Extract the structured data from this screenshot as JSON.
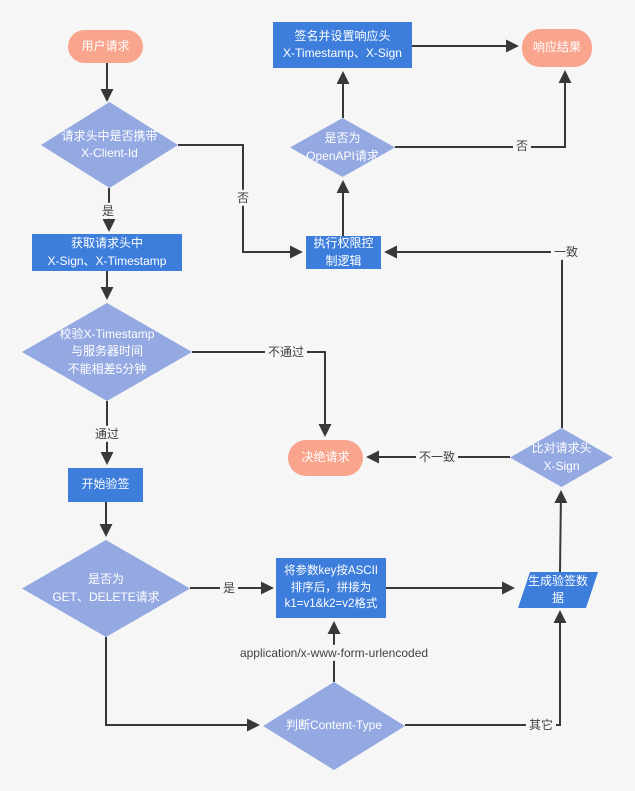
{
  "colors": {
    "background": "#f6f6f6",
    "terminal_fill": "#F9A48C",
    "process_fill": "#3D7DDB",
    "decision_fill": "#94A9E2",
    "edge_stroke": "#383838",
    "edge_label_text": "#414141",
    "node_text": "#ffffff"
  },
  "nodes": {
    "user_request": {
      "type": "terminal",
      "label": "用户请求"
    },
    "client_id_check": {
      "type": "decision",
      "label": "请求头中是否携带\nX-Client-Id"
    },
    "get_headers": {
      "type": "process",
      "label": "获取请求头中\nX-Sign、X-Timestamp"
    },
    "timestamp_check": {
      "type": "decision",
      "label": "校验X-Timestamp\n与服务器时间\n不能相差5分钟"
    },
    "start_verify": {
      "type": "process",
      "label": "开始验签"
    },
    "method_check": {
      "type": "decision",
      "label": "是否为\nGET、DELETE请求"
    },
    "param_sort": {
      "type": "process",
      "label": "将参数key按ASCII\n排序后，拼接为\nk1=v1&k2=v2格式"
    },
    "content_type_check": {
      "type": "decision",
      "label": "判断Content-Type"
    },
    "gen_sign_data": {
      "type": "data",
      "label": "生成验签数\n据"
    },
    "compare_sign": {
      "type": "decision",
      "label": "比对请求头\nX-Sign"
    },
    "exec_permission": {
      "type": "process",
      "label": "执行权限控\n制逻辑"
    },
    "openapi_check": {
      "type": "decision",
      "label": "是否为\nOpenAPI请求"
    },
    "sign_response": {
      "type": "process",
      "label": "签名并设置响应头\nX-Timestamp、X-Sign"
    },
    "response_result": {
      "type": "terminal",
      "label": "响应结果"
    },
    "reject_request": {
      "type": "terminal",
      "label": "决绝请求"
    }
  },
  "edge_labels": {
    "client_id_yes": "是",
    "client_id_no": "否",
    "timestamp_pass": "通过",
    "timestamp_fail": "不通过",
    "method_yes": "是",
    "content_type_form": "application/x-www-form-urlencoded",
    "content_type_other": "其它",
    "sign_mismatch": "不一致",
    "sign_match": "一致",
    "openapi_no": "否"
  }
}
